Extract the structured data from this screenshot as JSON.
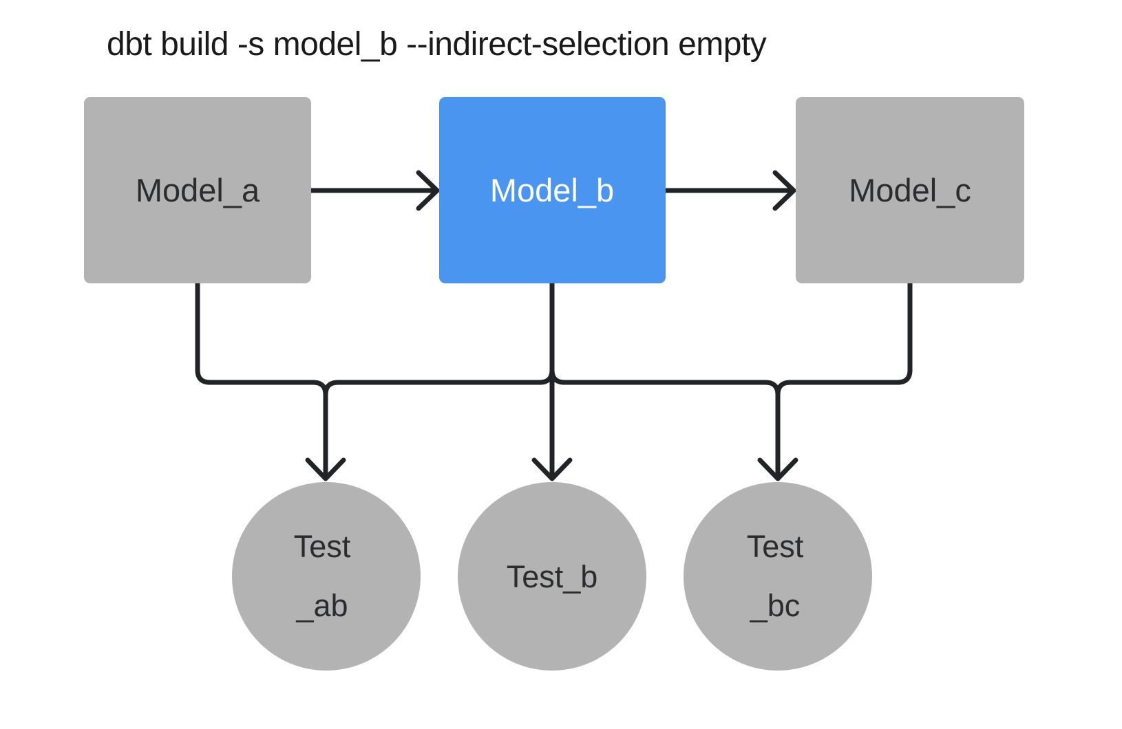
{
  "title": "dbt build -s model_b --indirect-selection empty",
  "colors": {
    "background": "#ffffff",
    "node_gray": "#b3b3b4",
    "node_selected_blue": "#4a95f0",
    "edge_dark": "#222326",
    "node_text_dark": "#2b2c2e",
    "node_text_light": "#ffffff",
    "title_text": "#1a1a1a"
  },
  "nodes": {
    "model_a": {
      "label": "Model_a",
      "shape": "rectangle",
      "highlighted": false
    },
    "model_b": {
      "label": "Model_b",
      "shape": "rectangle",
      "highlighted": true
    },
    "model_c": {
      "label": "Model_c",
      "shape": "rectangle",
      "highlighted": false
    },
    "test_ab": {
      "label": "Test _ab",
      "label_line1": "Test",
      "label_line2": "_ab",
      "shape": "circle",
      "highlighted": false
    },
    "test_b": {
      "label": "Test_b",
      "shape": "circle",
      "highlighted": false
    },
    "test_bc": {
      "label": "Test _bc",
      "label_line1": "Test",
      "label_line2": "_bc",
      "shape": "circle",
      "highlighted": false
    }
  },
  "edges": [
    {
      "from": "model_a",
      "to": "model_b"
    },
    {
      "from": "model_b",
      "to": "model_c"
    },
    {
      "from": "model_a",
      "to": "test_ab"
    },
    {
      "from": "model_b",
      "to": "test_ab"
    },
    {
      "from": "model_b",
      "to": "test_b"
    },
    {
      "from": "model_b",
      "to": "test_bc"
    },
    {
      "from": "model_c",
      "to": "test_bc"
    }
  ]
}
